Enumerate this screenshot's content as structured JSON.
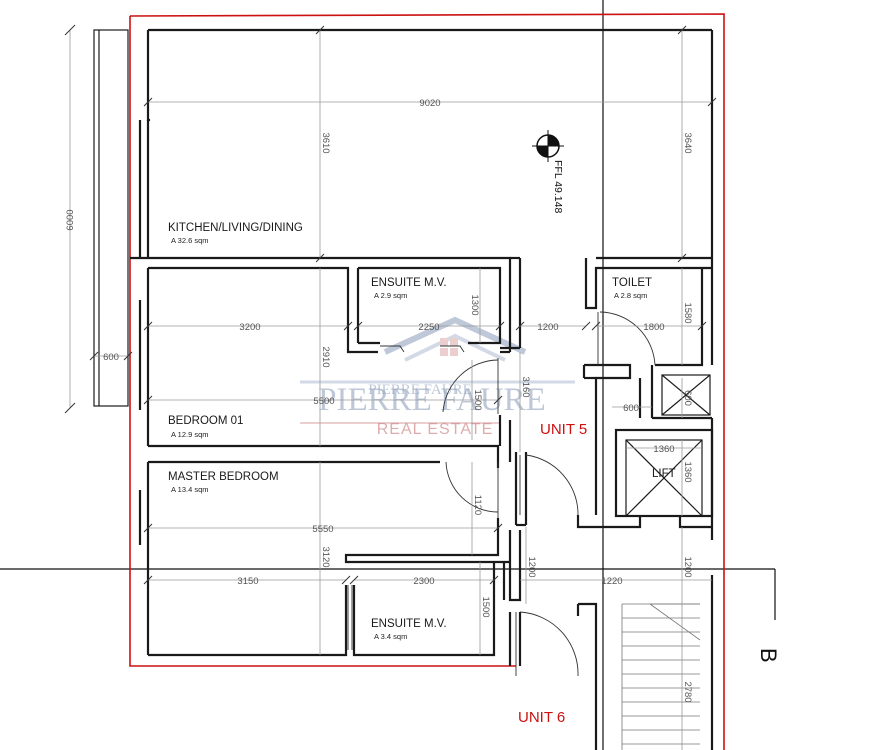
{
  "rooms": {
    "kitchen": {
      "name": "KITCHEN/LIVING/DINING",
      "area": "A 32.6 sqm"
    },
    "ensuite_top": {
      "name": "ENSUITE M.V.",
      "area": "A 2.9 sqm"
    },
    "toilet": {
      "name": "TOILET",
      "area": "A 2.8 sqm"
    },
    "bedroom01": {
      "name": "BEDROOM 01",
      "area": "A 12.9 sqm"
    },
    "master": {
      "name": "MASTER BEDROOM",
      "area": "A 13.4 sqm"
    },
    "ensuite_bottom": {
      "name": "ENSUITE M.V.",
      "area": "A 3.4 sqm"
    },
    "lift": {
      "name": "LIFT"
    }
  },
  "dimensions": {
    "d9020": "9020",
    "d3610": "3610",
    "d3640": "3640",
    "d6000": "6000",
    "d600a": "600",
    "d3200": "3200",
    "d2250": "2250",
    "d1300": "1300",
    "d1200a": "1200",
    "d1800": "1800",
    "d1580": "1580",
    "d2910": "2910",
    "d5500": "5500",
    "d3160": "3160",
    "d1500a": "1500",
    "d600b": "600",
    "d600c": "600",
    "d1360a": "1360",
    "d1360b": "1360",
    "d1120": "1120",
    "d5550": "5550",
    "d3120": "3120",
    "d1200b": "1200",
    "d1200c": "1200",
    "d1220": "1220",
    "d3150": "3150",
    "d2300": "2300",
    "d1500b": "1500",
    "d2780": "2780"
  },
  "level": {
    "ffl": "FFL 49.148"
  },
  "units": {
    "unit5": "UNIT 5",
    "unit6": "UNIT 6"
  },
  "section": {
    "label": "B"
  },
  "watermark": {
    "name": "PIERRE FAURE",
    "sub": "REAL ESTATE"
  },
  "colors": {
    "boundary": "#cc1111",
    "wall": "#1a1a1a"
  }
}
